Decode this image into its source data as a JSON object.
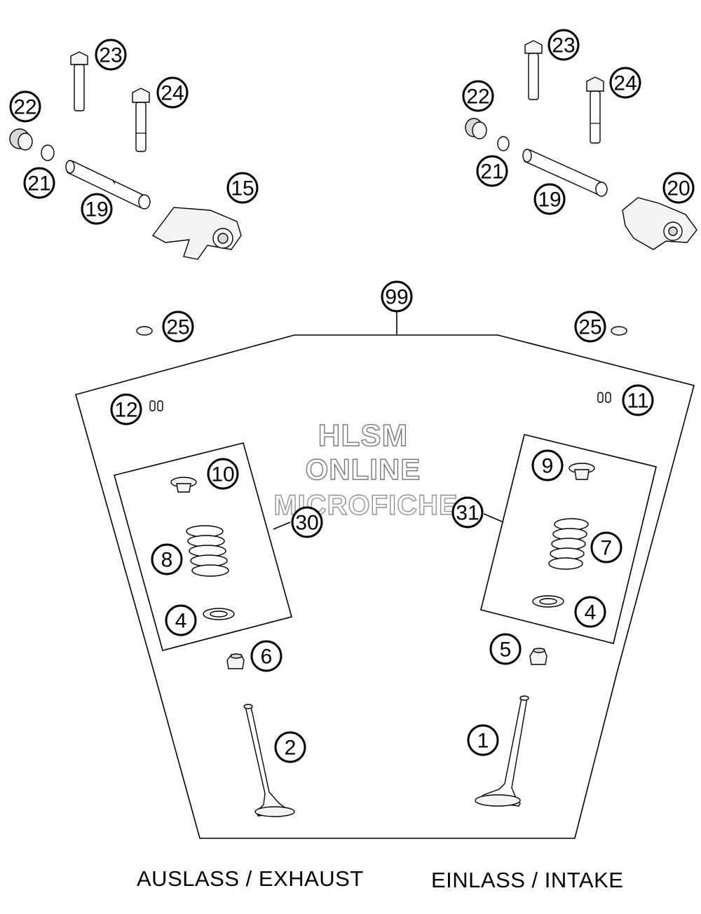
{
  "watermark": {
    "line1": "HLSM",
    "line2": "ONLINE",
    "line3": "MICROFICHE"
  },
  "labels": {
    "exhaust": "AUSLASS / EXHAUST",
    "intake": "EINLASS / INTAKE"
  },
  "callouts": {
    "c23_left": "23",
    "c24_left": "24",
    "c22_left": "22",
    "c21_left": "21",
    "c19_left": "19",
    "c15": "15",
    "c23_right": "23",
    "c24_right": "24",
    "c22_right": "22",
    "c21_right": "21",
    "c19_right": "19",
    "c20": "20",
    "c99": "99",
    "c25_left": "25",
    "c25_right": "25",
    "c12": "12",
    "c11": "11",
    "c10": "10",
    "c30": "30",
    "c8": "8",
    "c4_left": "4",
    "c9": "9",
    "c31": "31",
    "c7": "7",
    "c4_right": "4",
    "c6": "6",
    "c5": "5",
    "c2": "2",
    "c1": "1"
  }
}
